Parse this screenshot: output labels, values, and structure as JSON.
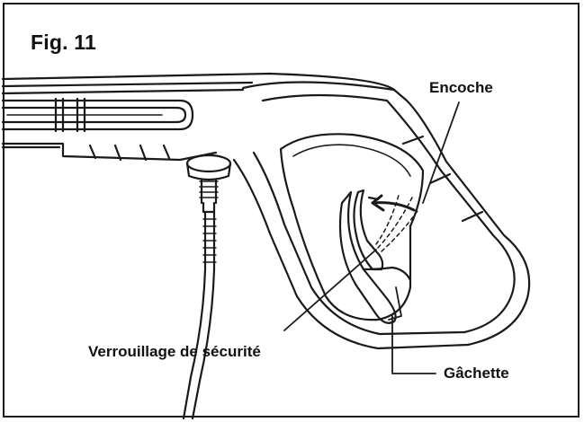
{
  "figure": {
    "title": "Fig. 11"
  },
  "callouts": {
    "encoche": "Encoche",
    "safety_lock": "Verrouillage de sécurité",
    "trigger": "Gâchette"
  },
  "colors": {
    "line": "#1a1a1a",
    "background": "#ffffff"
  }
}
